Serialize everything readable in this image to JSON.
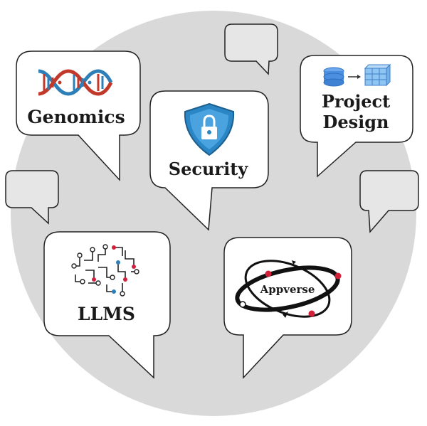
{
  "bubbles": {
    "genomics": {
      "label": "Genomics",
      "icon": "dna-icon"
    },
    "security": {
      "label": "Security",
      "icon": "shield-lock-icon"
    },
    "project_design": {
      "label_line1": "Project",
      "label_line2": "Design",
      "icon": "database-to-table-icon"
    },
    "llms": {
      "label": "LLMS",
      "icon": "brain-circuit-icon"
    },
    "appverse": {
      "label": "Appverse",
      "icon": "orbit-logo-icon"
    }
  },
  "colors": {
    "background_circle": "#d9d9d9",
    "bubble_fill": "#ffffff",
    "empty_bubble_fill": "#e6e6e6",
    "outline": "#222222",
    "dna_red": "#c0392b",
    "dna_blue": "#2e7fb8",
    "shield_blue": "#2a86c5",
    "db_blue": "#4a8fe0",
    "node_red": "#d0203a"
  }
}
